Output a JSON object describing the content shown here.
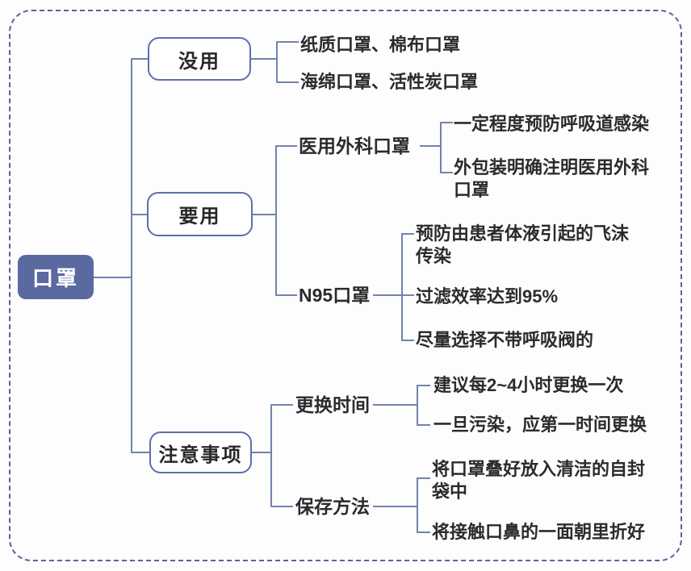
{
  "diagram": {
    "type": "mindmap",
    "root": {
      "label": "口罩"
    },
    "branches": [
      {
        "label": "没用",
        "children": [
          {
            "label": "纸质口罩、棉布口罩"
          },
          {
            "label": "海绵口罩、活性炭口罩"
          }
        ]
      },
      {
        "label": "要用",
        "children": [
          {
            "label": "医用外科口罩",
            "children": [
              {
                "label": "一定程度预防呼吸道感染"
              },
              {
                "label": "外包装明确注明医用外科\n口罩"
              }
            ]
          },
          {
            "label": "N95口罩",
            "children": [
              {
                "label": "预防由患者体液引起的飞沫\n传染"
              },
              {
                "label": "过滤效率达到95%"
              },
              {
                "label": "尽量选择不带呼吸阀的"
              }
            ]
          }
        ]
      },
      {
        "label": "注意事项",
        "children": [
          {
            "label": "更换时间",
            "children": [
              {
                "label": "建议每2~4小时更换一次"
              },
              {
                "label": "一旦污染，应第一时间更换"
              }
            ]
          },
          {
            "label": "保存方法",
            "children": [
              {
                "label": "将口罩叠好放入清洁的自封\n袋中"
              },
              {
                "label": "将接触口鼻的一面朝里折好"
              }
            ]
          }
        ]
      }
    ],
    "colors": {
      "root_fill": "#5b69a1",
      "root_text": "#ffffff",
      "box_border": "#5f6fa8",
      "connector_line": "#7381ae",
      "frame_dashed": "#5a629b",
      "text": "#2b2b2d"
    }
  }
}
